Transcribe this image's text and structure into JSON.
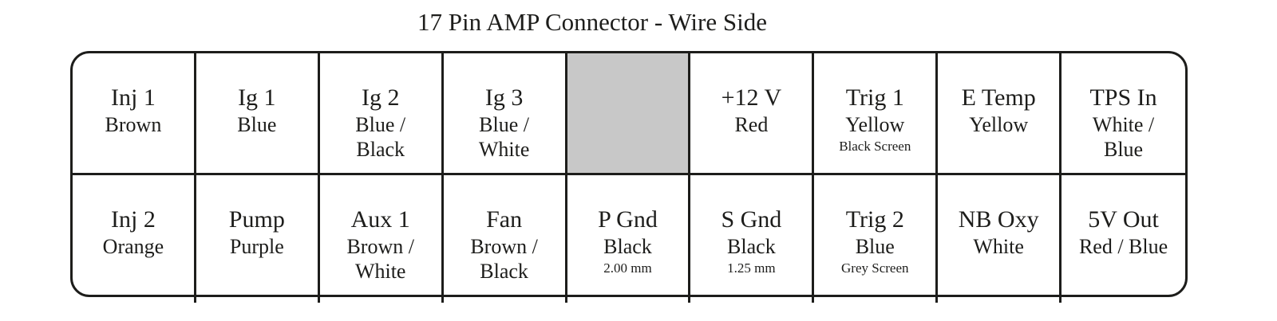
{
  "title": "17 Pin AMP Connector - Wire Side",
  "colors": {
    "line": "#1d1d1b",
    "text": "#1d1d1b",
    "blank-cell-fill": "#c8c8c8",
    "background": "#ffffff"
  },
  "connector": {
    "rows": [
      {
        "name": "top",
        "cells": [
          {
            "label": "Inj 1",
            "wire": "Brown"
          },
          {
            "label": "Ig 1",
            "wire": "Blue"
          },
          {
            "label": "Ig 2",
            "wire": "Blue /\nBlack"
          },
          {
            "label": "Ig 3",
            "wire": "Blue /\nWhite"
          },
          {
            "blank": true
          },
          {
            "label": "+12 V",
            "wire": "Red"
          },
          {
            "label": "Trig 1",
            "wire": "Yellow",
            "note": "Black Screen"
          },
          {
            "label": "E Temp",
            "wire": "Yellow"
          },
          {
            "label": "TPS In",
            "wire": "White /\nBlue"
          }
        ]
      },
      {
        "name": "bottom",
        "cells": [
          {
            "label": "Inj 2",
            "wire": "Orange"
          },
          {
            "label": "Pump",
            "wire": "Purple"
          },
          {
            "label": "Aux 1",
            "wire": "Brown /\nWhite"
          },
          {
            "label": "Fan",
            "wire": "Brown /\nBlack"
          },
          {
            "label": "P Gnd",
            "wire": "Black",
            "note": "2.00 mm"
          },
          {
            "label": "S Gnd",
            "wire": "Black",
            "note": "1.25 mm"
          },
          {
            "label": "Trig 2",
            "wire": "Blue",
            "note": "Grey Screen"
          },
          {
            "label": "NB Oxy",
            "wire": "White"
          },
          {
            "label": "5V Out",
            "wire": "Red / Blue"
          }
        ]
      }
    ]
  }
}
